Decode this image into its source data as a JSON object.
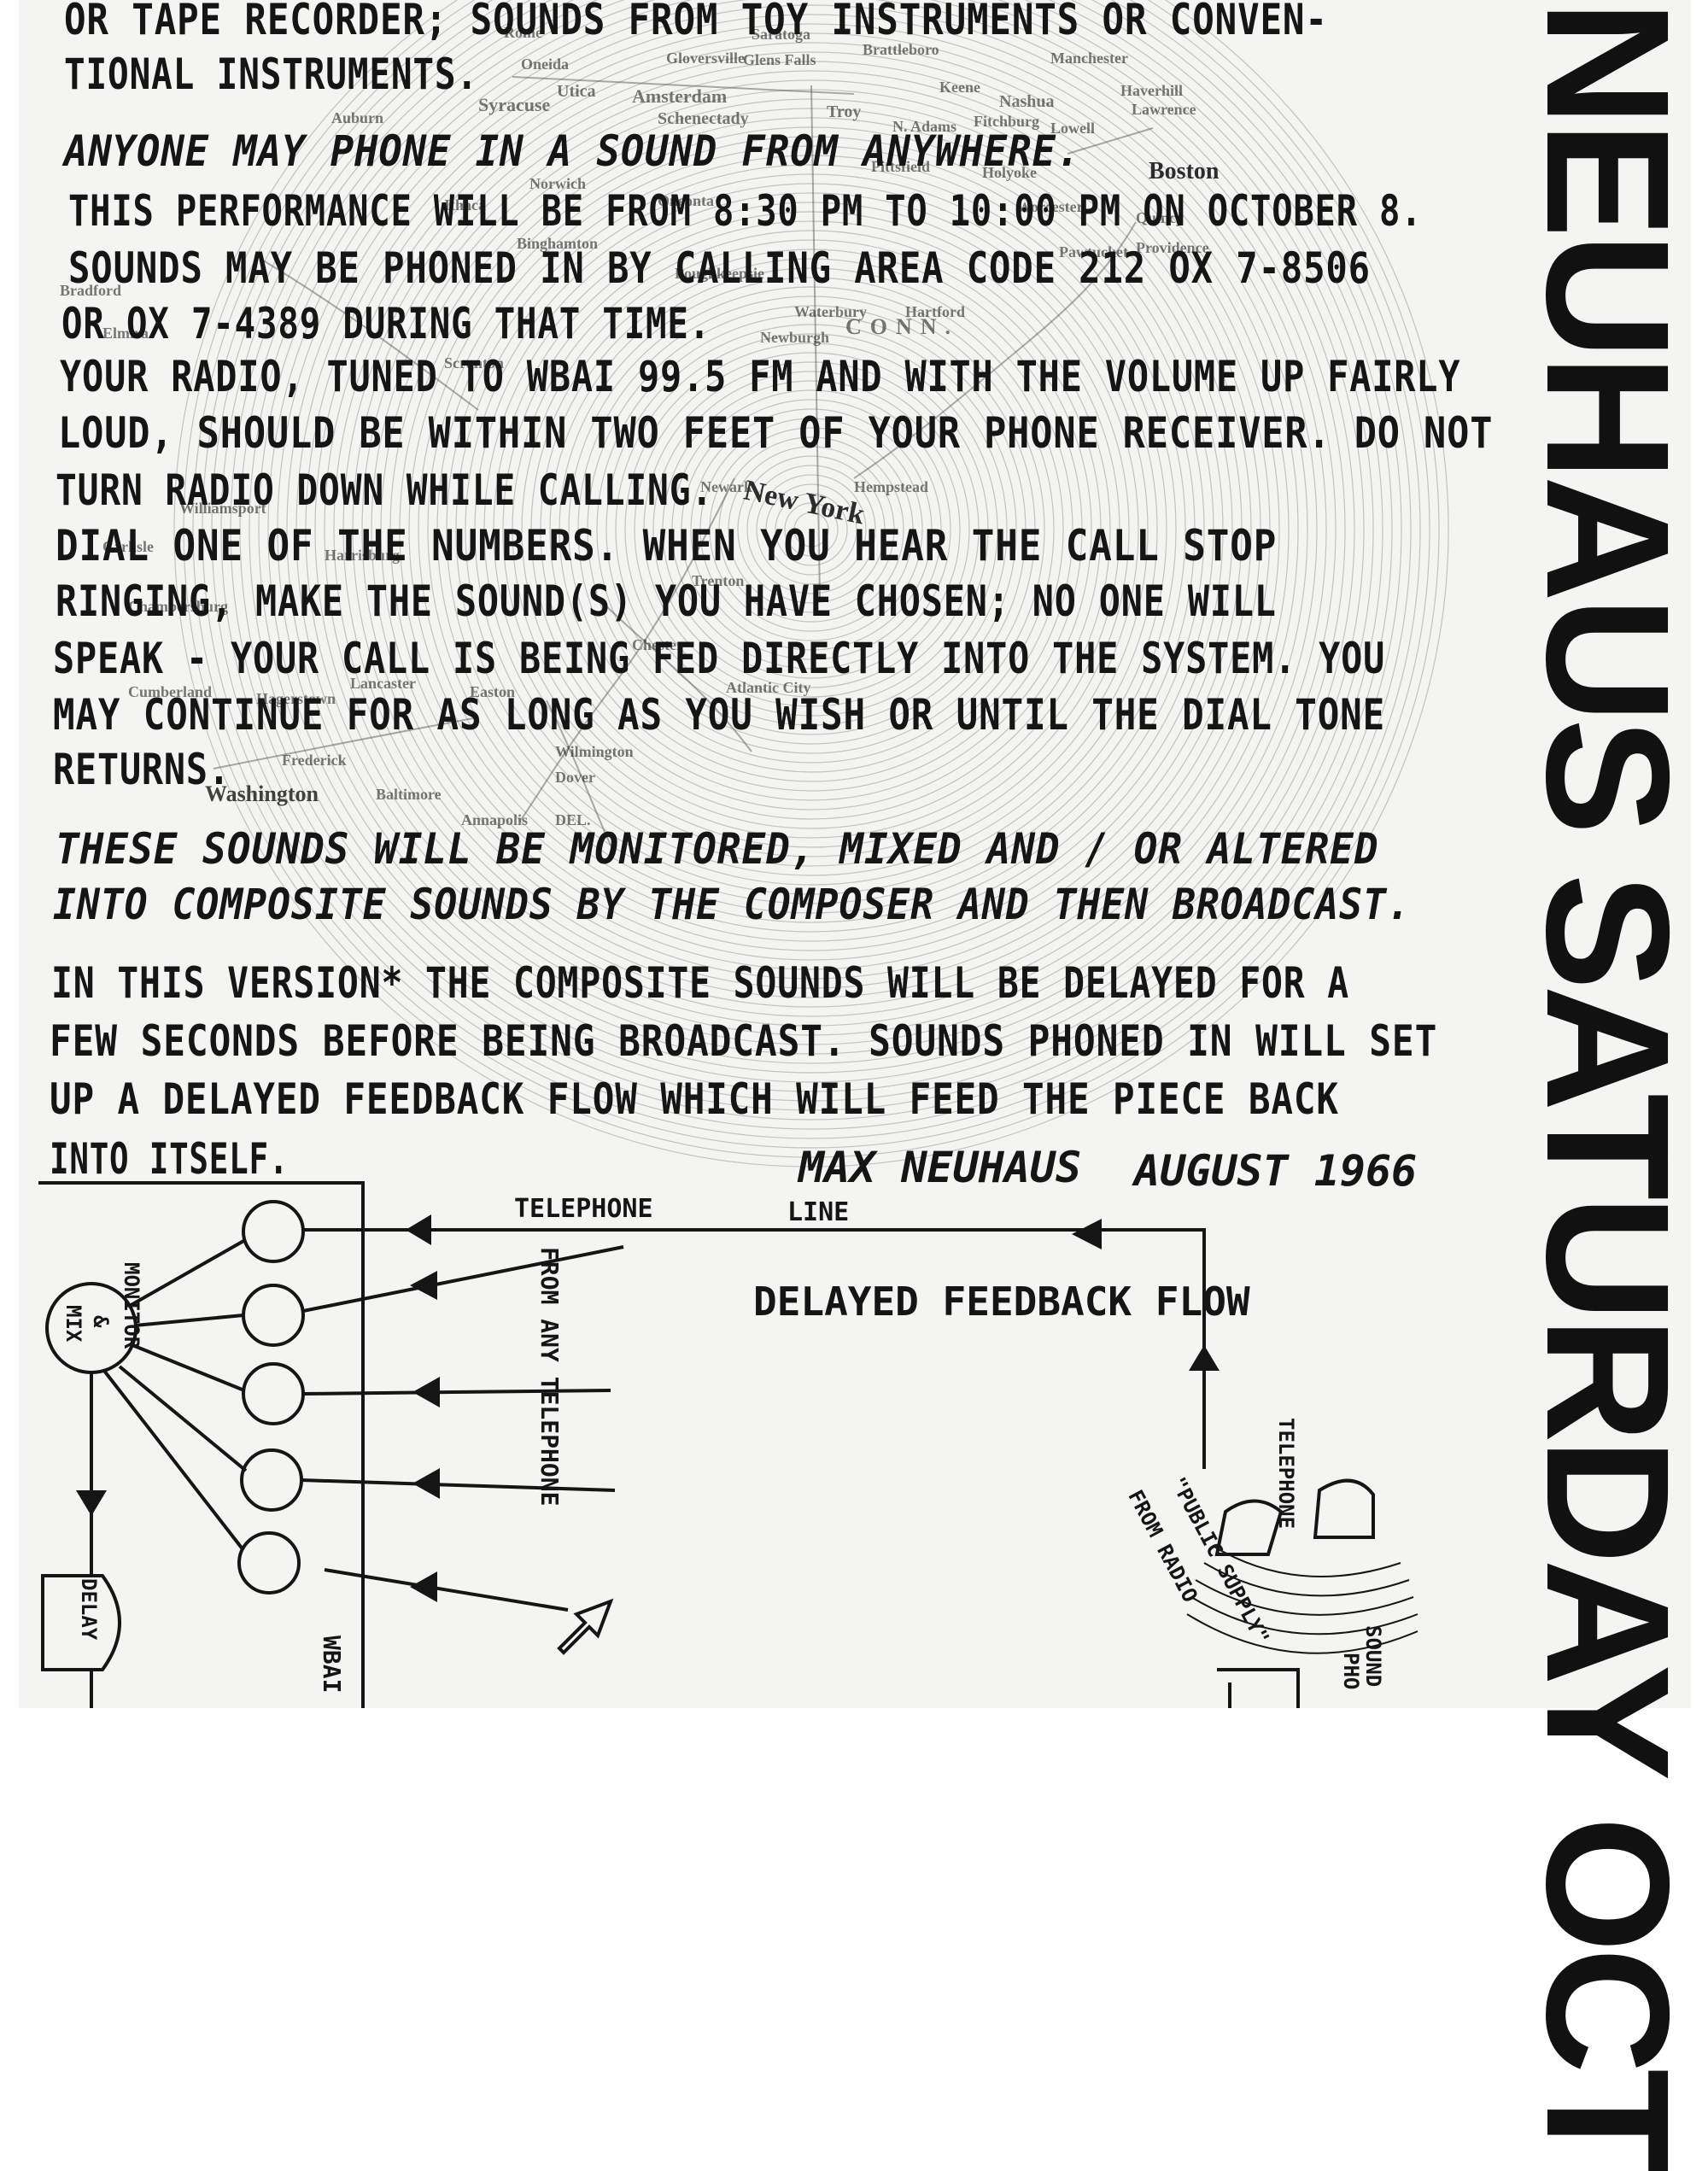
{
  "title": "NEUHAUS SATURDAY OCT",
  "body_lines": [
    {
      "text": "OR TAPE RECORDER; SOUNDS FROM TOY INSTRUMENTS OR CONVEN-",
      "italic": false
    },
    {
      "text": "TIONAL INSTRUMENTS.",
      "italic": false
    },
    {
      "text": "ANYONE MAY PHONE IN A SOUND FROM ANYWHERE.",
      "italic": true
    },
    {
      "text": "THIS PERFORMANCE WILL BE FROM 8:30 PM TO 10:00 PM ON OCTOBER 8.",
      "italic": false
    },
    {
      "text": "SOUNDS MAY BE PHONED IN BY CALLING AREA CODE 212 OX 7-8506",
      "italic": false
    },
    {
      "text": "OR OX 7-4389 DURING THAT TIME.",
      "italic": false
    },
    {
      "text": "YOUR RADIO, TUNED TO WBAI 99.5 FM AND WITH THE VOLUME UP FAIRLY",
      "italic": false
    },
    {
      "text": "LOUD, SHOULD BE WITHIN TWO FEET OF YOUR PHONE RECEIVER. DO NOT",
      "italic": false
    },
    {
      "text": "TURN RADIO DOWN WHILE CALLING.",
      "italic": false
    },
    {
      "text": "DIAL ONE OF THE NUMBERS. WHEN YOU HEAR THE CALL STOP",
      "italic": false
    },
    {
      "text": "RINGING, MAKE THE SOUND(S) YOU HAVE CHOSEN; NO ONE WILL",
      "italic": false
    },
    {
      "text": "SPEAK - YOUR CALL IS BEING FED DIRECTLY INTO THE SYSTEM. YOU",
      "italic": false
    },
    {
      "text": "MAY CONTINUE FOR AS LONG AS YOU WISH OR UNTIL THE DIAL TONE",
      "italic": false
    },
    {
      "text": "RETURNS.",
      "italic": false
    },
    {
      "text": "THESE SOUNDS WILL BE MONITORED, MIXED AND / OR ALTERED",
      "italic": true
    },
    {
      "text": "INTO COMPOSITE SOUNDS BY THE COMPOSER AND THEN BROADCAST.",
      "italic": true
    },
    {
      "text": "IN THIS VERSION* THE COMPOSITE SOUNDS WILL BE DELAYED FOR A",
      "italic": false
    },
    {
      "text": "FEW SECONDS BEFORE BEING BROADCAST. SOUNDS PHONED IN WILL SET",
      "italic": false
    },
    {
      "text": "UP A DELAYED FEEDBACK FLOW WHICH WILL FEED THE PIECE BACK",
      "italic": false
    },
    {
      "text": "INTO ITSELF.",
      "italic": false
    }
  ],
  "signature": {
    "author": "MAX NEUHAUS",
    "date": "AUGUST 1966"
  },
  "diagram": {
    "telephone_label": "TELEPHONE",
    "line_label": "LINE",
    "from_any_telephone": "FROM ANY TELEPHONE",
    "monitor_mix": "MONITOR",
    "monitor_amp": "&",
    "monitor_mix2": "MIX",
    "delay": "DELAY",
    "wbai": "WBAI",
    "delayed_feedback_flow": "DELAYED FEEDBACK FLOW",
    "telephone_right": "TELEPHONE",
    "public_supply": "\"PUBLIC SUPPLY\"",
    "from_radio": "FROM RADIO",
    "sound_label": "SOUND",
    "pho_label": "PHO"
  },
  "map_places": [
    "Rome",
    "Utica",
    "Amsterdam",
    "Schenectady",
    "Troy",
    "Syracuse",
    "Auburn",
    "Oneida",
    "Saratoga",
    "Gloversville",
    "Glens Falls",
    "Brattleboro",
    "Keene",
    "Manchester",
    "Nashua",
    "Lowell",
    "Lawrence",
    "Haverhill",
    "Boston",
    "Fitchburg",
    "N. Adams",
    "Pittsfield",
    "Holyoke",
    "Worcester",
    "Ithaca",
    "Binghamton",
    "Oneonta",
    "Norwich",
    "Poughkeepsie",
    "Waterbury",
    "CONN.",
    "Newburgh",
    "Scranton",
    "Bradford",
    "Hartford",
    "New York",
    "Hempstead",
    "Newark",
    "Elmira",
    "Williamsport",
    "Harrisburg",
    "Carlisle",
    "Chambersburg",
    "Cumberland",
    "Hagerstown",
    "Chester",
    "Atlantic City",
    "Dover",
    "Annapolis",
    "Washington",
    "DEL.",
    "Providence",
    "Pawtucket",
    "Quincy",
    "Lancaster",
    "Easton",
    "Trenton",
    "Wilmington",
    "Baltimore",
    "Frederick"
  ]
}
